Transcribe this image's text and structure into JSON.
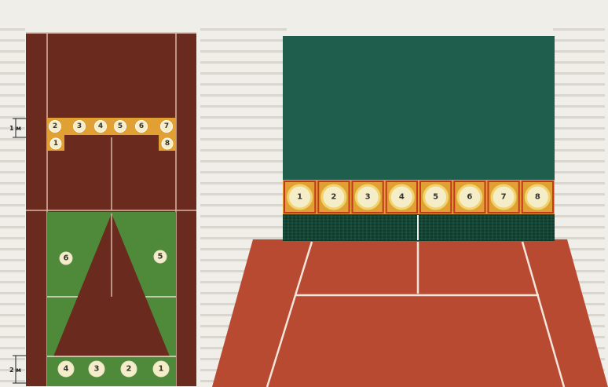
{
  "plan_view": {
    "dim_upper": "1 м",
    "dim_lower": "2 м",
    "wall_targets_top": [
      "2",
      "3",
      "4",
      "5",
      "6",
      "7"
    ],
    "wall_targets_side": [
      "1",
      "8"
    ],
    "field_zone_left": "6",
    "field_zone_right": "5",
    "bottom_targets": [
      "4",
      "3",
      "2",
      "1"
    ]
  },
  "perspective_view": {
    "targets": [
      "1",
      "2",
      "3",
      "4",
      "5",
      "6",
      "7",
      "8"
    ]
  },
  "colors": {
    "court_brown": "#6a2a1e",
    "court_red": "#b94a32",
    "wall_green": "#1f5e4c",
    "grass_green": "#4f8a3a",
    "target_strip": "#e0a033",
    "target_disc": "#f5ecc8"
  }
}
